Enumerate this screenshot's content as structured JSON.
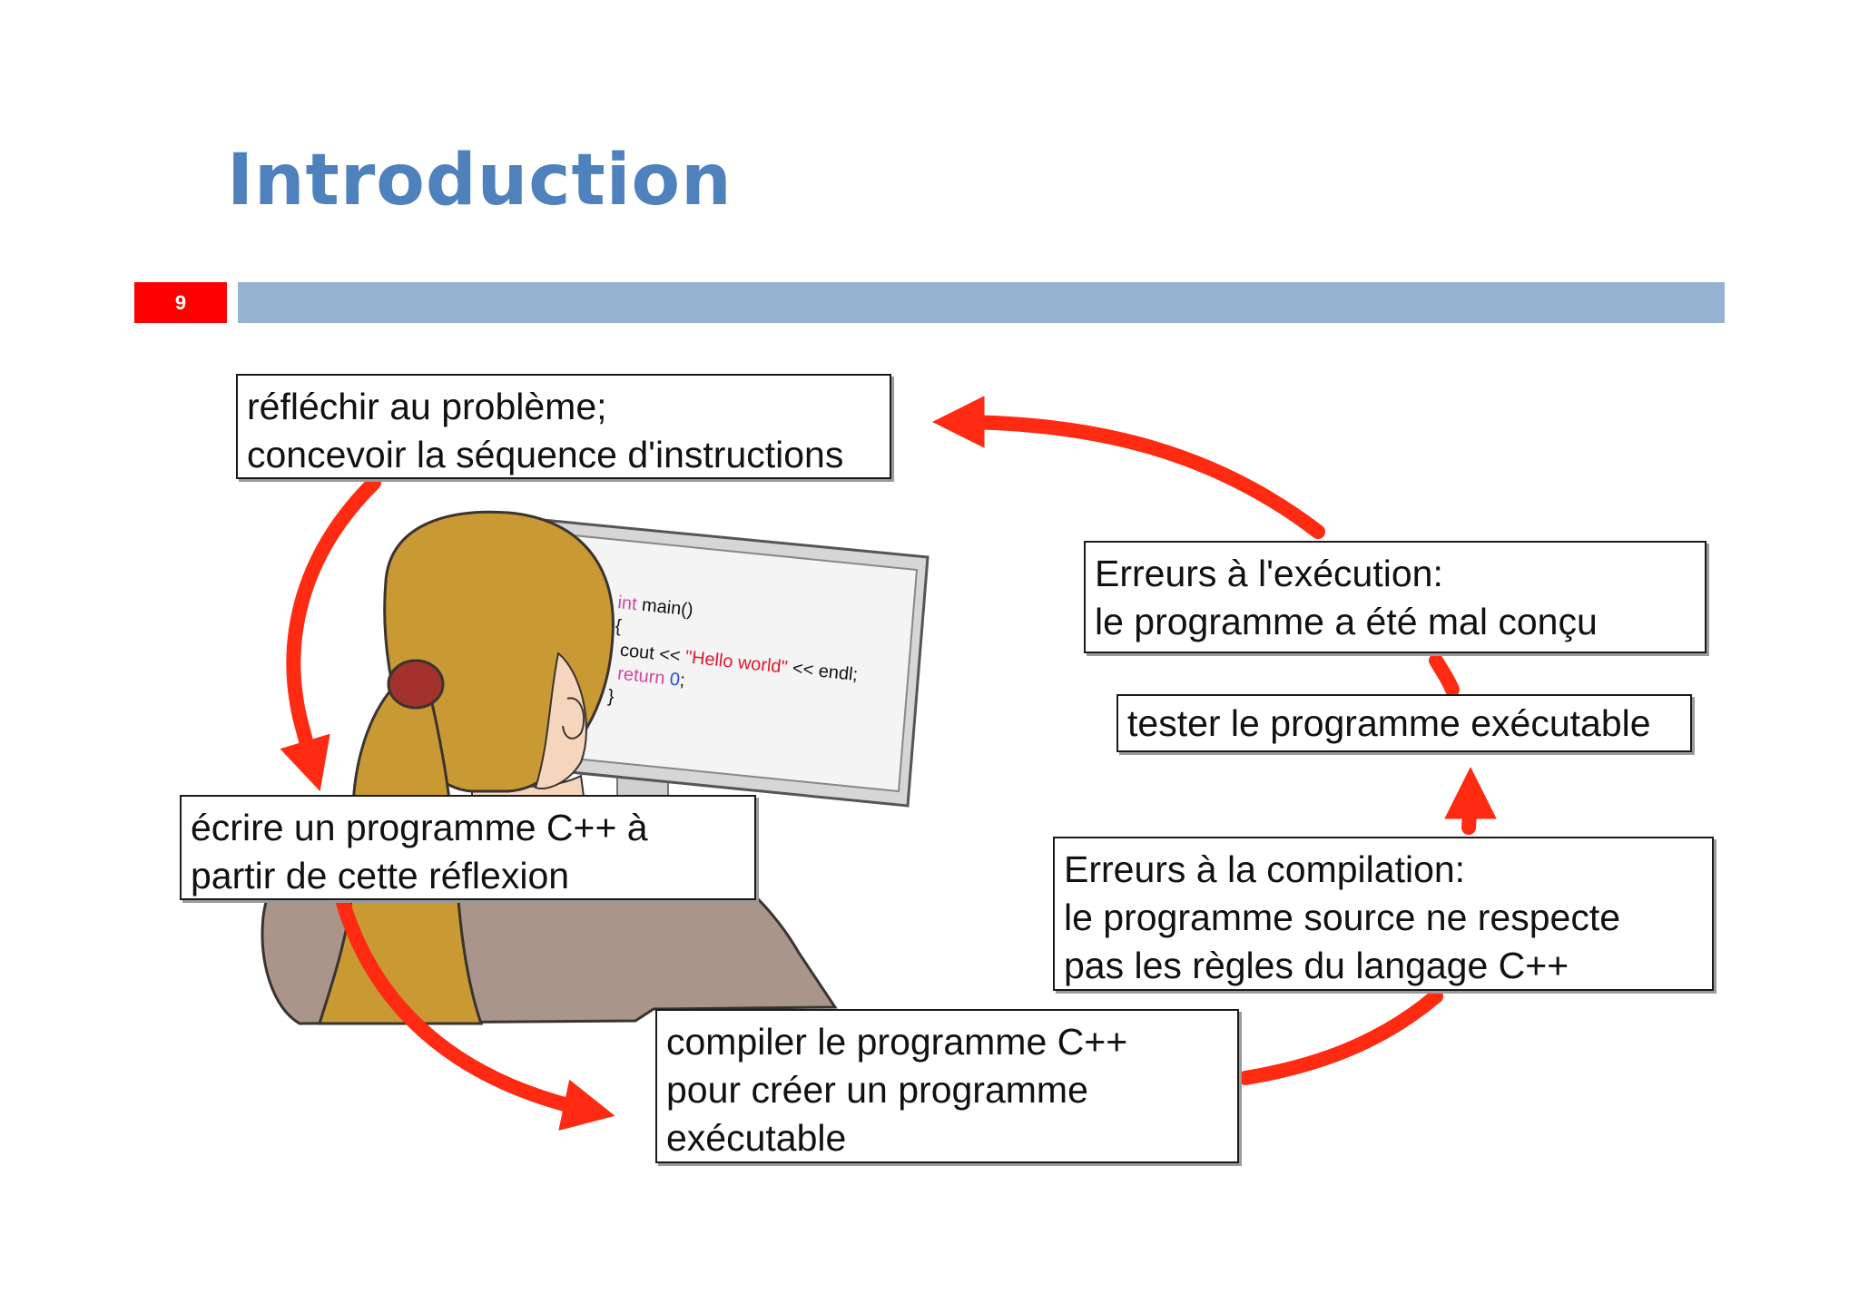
{
  "slide": {
    "title": "Introduction",
    "page_number": "9"
  },
  "code": {
    "line1_kw": "int",
    "line1_rest": " main()",
    "line2": "{",
    "line3_a": "cout << ",
    "line3_str": "\"Hello world\"",
    "line3_b": " << endl;",
    "line4_kw": "return",
    "line4_num": " 0",
    "line4_end": ";",
    "line5": "}"
  },
  "steps": {
    "think": {
      "line1": "réfléchir au problème;",
      "line2": "concevoir la séquence d'instructions"
    },
    "write": {
      "line1": "écrire un programme C++ à",
      "line2": "partir de cette réflexion"
    },
    "compile": {
      "line1": "compiler le programme C++",
      "line2": "pour créer un programme",
      "line3": "exécutable"
    },
    "compile_errors": {
      "line1": "Erreurs à la compilation:",
      "line2": "le programme source ne respecte",
      "line3": "pas les règles du langage C++"
    },
    "test": {
      "line1": "tester le programme exécutable"
    },
    "runtime_errors": {
      "line1": "Erreurs à l'exécution:",
      "line2": "le programme a été mal conçu"
    }
  },
  "colors": {
    "title": "#4f81bd",
    "page_badge": "#ff0000",
    "title_rule": "#95b3d0",
    "arrow": "#ff2a12",
    "hair": "#c99a33",
    "sweater": "#a9958a",
    "skin": "#f5d6bd"
  }
}
